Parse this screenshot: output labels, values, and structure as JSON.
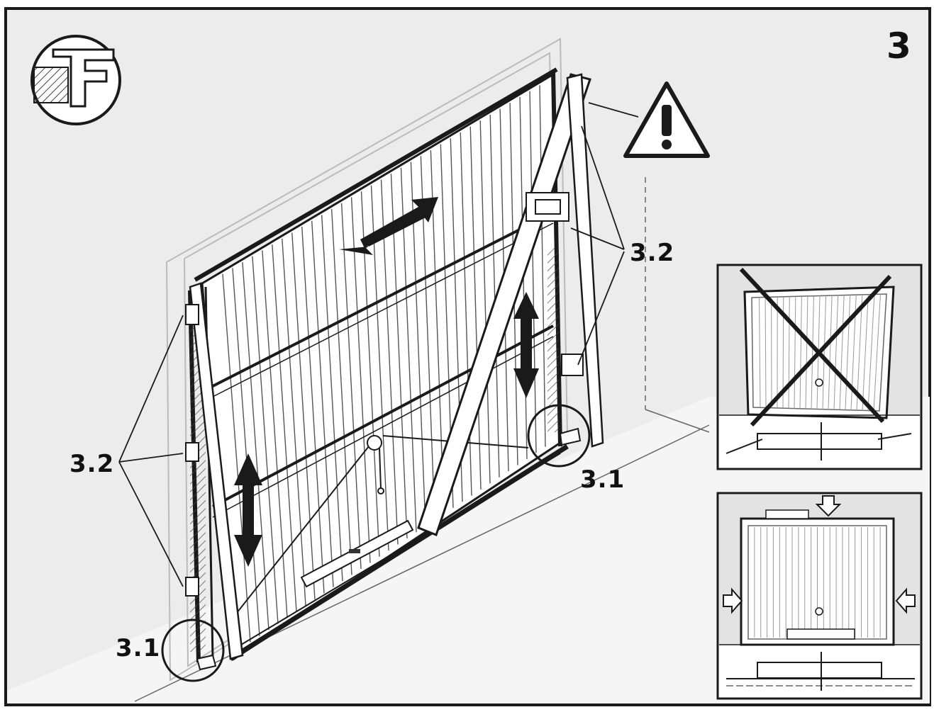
{
  "step": {
    "number": "3"
  },
  "callouts": {
    "top_right": "3.2",
    "left": "3.2",
    "bottom_right": "3.1",
    "bottom_left": "3.1"
  },
  "icons": {
    "warning": "warning-triangle-icon",
    "profile": "frame-profile-detail-icon"
  },
  "colors": {
    "background": "#ececec",
    "line": "#1a1a1a",
    "floor": "#f6f6f6"
  }
}
